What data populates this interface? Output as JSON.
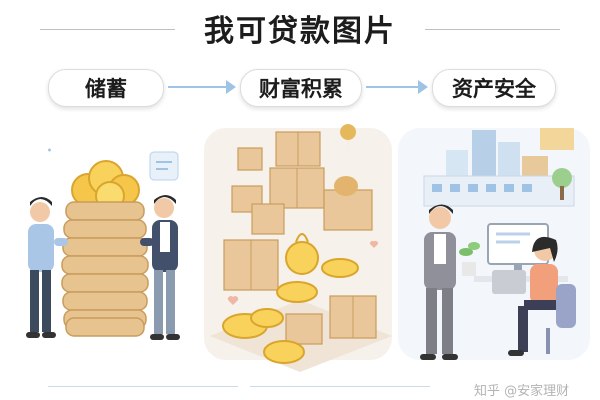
{
  "title": "我可贷款图片",
  "steps": [
    "储蓄",
    "财富积累",
    "资产安全"
  ],
  "watermark": "知乎 @安家理财",
  "colors": {
    "flow_arrow": "#9fc3e4",
    "box": "#e9c79b",
    "lemon": "#f6c64a",
    "steamer": "#e7c48f"
  }
}
